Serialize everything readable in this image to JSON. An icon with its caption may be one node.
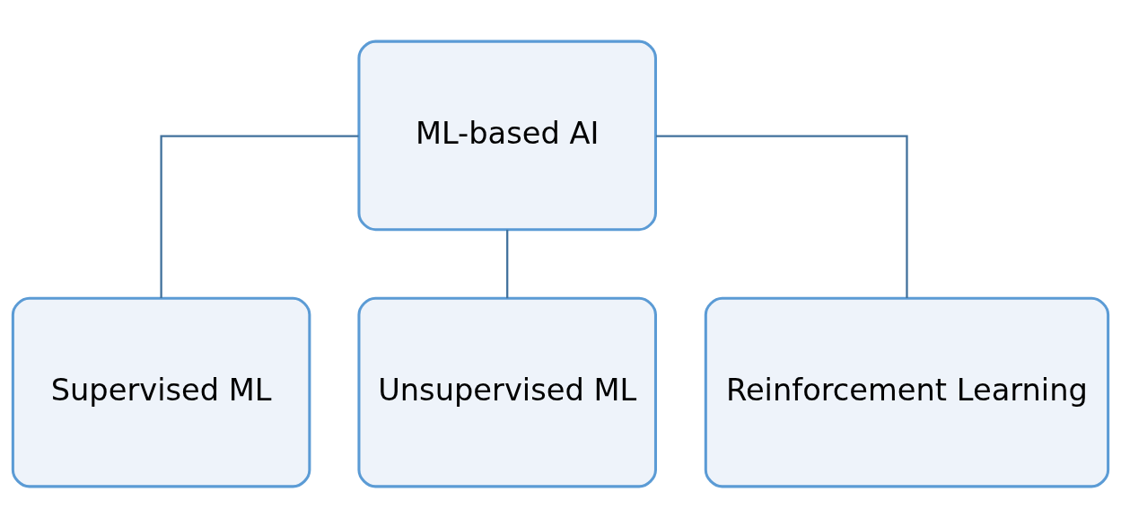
{
  "diagram": {
    "nodes": [
      {
        "text": [
          "ML-based AI"
        ]
      },
      {
        "text": [
          "Supervised ML"
        ]
      },
      {
        "text": [
          "Unsupervised ML"
        ]
      },
      {
        "text": [
          "Reinforcement Learning"
        ]
      }
    ],
    "edges": [
      {
        "from": 0,
        "to": 1,
        "arrow": "none"
      },
      {
        "from": 0,
        "to": 2,
        "arrow": "none"
      },
      {
        "from": 0,
        "to": 3,
        "arrow": "none"
      }
    ]
  }
}
